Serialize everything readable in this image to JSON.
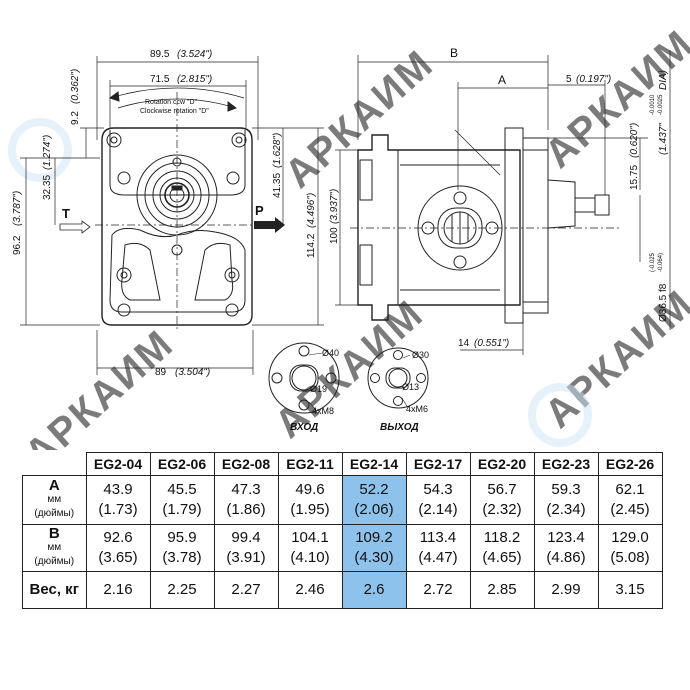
{
  "drawing": {
    "dims": {
      "w89_5": "89.5",
      "w89_5_in": "(3.524\")",
      "w71_5": "71.5",
      "w71_5_in": "(2.815\")",
      "rot_ccw": "Rotation ccw \"D\"",
      "rot_cw": "Clockwise rotation \"D\"",
      "d9_2": "9.2",
      "d9_2_in": "(0.362\")",
      "d32_35": "32.35",
      "d32_35_in": "(1.274\")",
      "d41_35": "41.35",
      "d41_35_in": "(1.628\")",
      "d96_2": "96.2",
      "d96_2_in": "(3.787\")",
      "d114_2": "114.2",
      "d114_2_in": "(4.496\")",
      "d100": "100",
      "d100_in": "(3.937\")",
      "w89": "89",
      "w89_in": "(3.504\")",
      "B": "B",
      "A": "A",
      "d5": "5",
      "d5_in": "(0.197\")",
      "d15_75": "15.75",
      "d15_75_in": "(0.620\")",
      "d1_437": "(1.437\"",
      "d1_437_tol1": "-0.0010",
      "d1_437_tol2": "-0.0025",
      "d1_437_dia": "DIA)",
      "d36_5": "Ø36.5 f8",
      "d36_5_tol1": "(-0.025",
      "d36_5_tol2": "-0.064)",
      "d14": "14",
      "d14_in": "(0.551\")",
      "T": "T",
      "P": "P"
    },
    "ports": {
      "inlet": {
        "d_outer": "Ø40",
        "d_inner": "Ø19",
        "thread": "4xM8",
        "label": "ВХОД"
      },
      "outlet": {
        "d_outer": "Ø30",
        "d_inner": "Ø13",
        "thread": "4xM6",
        "label": "ВЫХОД"
      }
    },
    "watermark": "АРКАИМ"
  },
  "table": {
    "models": [
      "EG2-04",
      "EG2-06",
      "EG2-08",
      "EG2-11",
      "EG2-14",
      "EG2-17",
      "EG2-20",
      "EG2-23",
      "EG2-26"
    ],
    "highlight_index": 4,
    "highlight_color": "#8dc2ec",
    "rows": [
      {
        "label": "A",
        "sub1": "мм",
        "sub2": "(дюймы)",
        "values": [
          "43.9",
          "45.5",
          "47.3",
          "49.6",
          "52.2",
          "54.3",
          "56.7",
          "59.3",
          "62.1"
        ],
        "inches": [
          "(1.73)",
          "(1.79)",
          "(1.86)",
          "(1.95)",
          "(2.06)",
          "(2.14)",
          "(2.32)",
          "(2.34)",
          "(2.45)"
        ]
      },
      {
        "label": "B",
        "sub1": "мм",
        "sub2": "(дюймы)",
        "values": [
          "92.6",
          "95.9",
          "99.4",
          "104.1",
          "109.2",
          "113.4",
          "118.2",
          "123.4",
          "129.0"
        ],
        "inches": [
          "(3.65)",
          "(3.78)",
          "(3.91)",
          "(4.10)",
          "(4.30)",
          "(4.47)",
          "(4.65)",
          "(4.86)",
          "(5.08)"
        ]
      },
      {
        "label": "Вес, кг",
        "values": [
          "2.16",
          "2.25",
          "2.27",
          "2.46",
          "2.6",
          "2.72",
          "2.85",
          "2.99",
          "3.15"
        ]
      }
    ]
  }
}
